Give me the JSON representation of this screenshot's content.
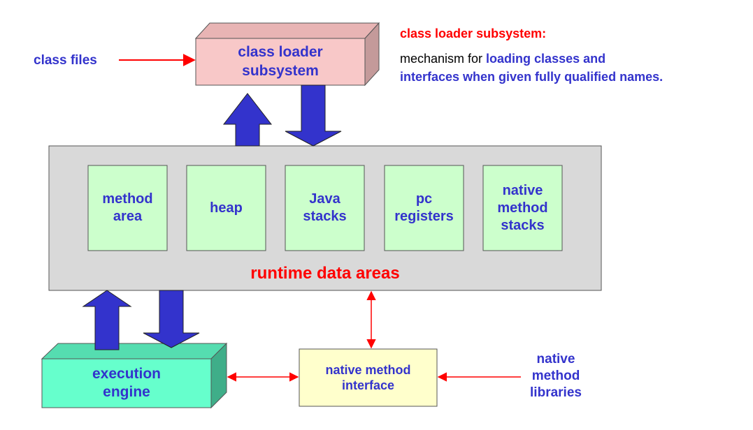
{
  "colors": {
    "label_blue": "#3333cc",
    "label_red": "#ff0000",
    "arrow_blue": "#3333cc",
    "loader_fill": "#f8c8c8",
    "area_fill": "#ccffcc",
    "runtime_fill": "#d9d9d9",
    "engine_fill": "#66ffcc",
    "native_iface_fill": "#ffffcc"
  },
  "class_files_label": "class files",
  "class_loader": {
    "label": "class loader\nsubsystem"
  },
  "note": {
    "title": "class loader subsystem:",
    "plain": "mechanism for ",
    "highlight_1": "loading classes and",
    "highlight_2": "interfaces when given fully qualified names."
  },
  "runtime": {
    "label": "runtime data areas",
    "areas": [
      {
        "label": "method\narea"
      },
      {
        "label": "heap"
      },
      {
        "label": "Java\nstacks"
      },
      {
        "label": "pc\nregisters"
      },
      {
        "label": "native\nmethod\nstacks"
      }
    ]
  },
  "execution_engine": {
    "label": "execution\nengine"
  },
  "native_interface": {
    "label": "native method\ninterface"
  },
  "native_libraries": {
    "label": "native\nmethod\nlibraries"
  }
}
